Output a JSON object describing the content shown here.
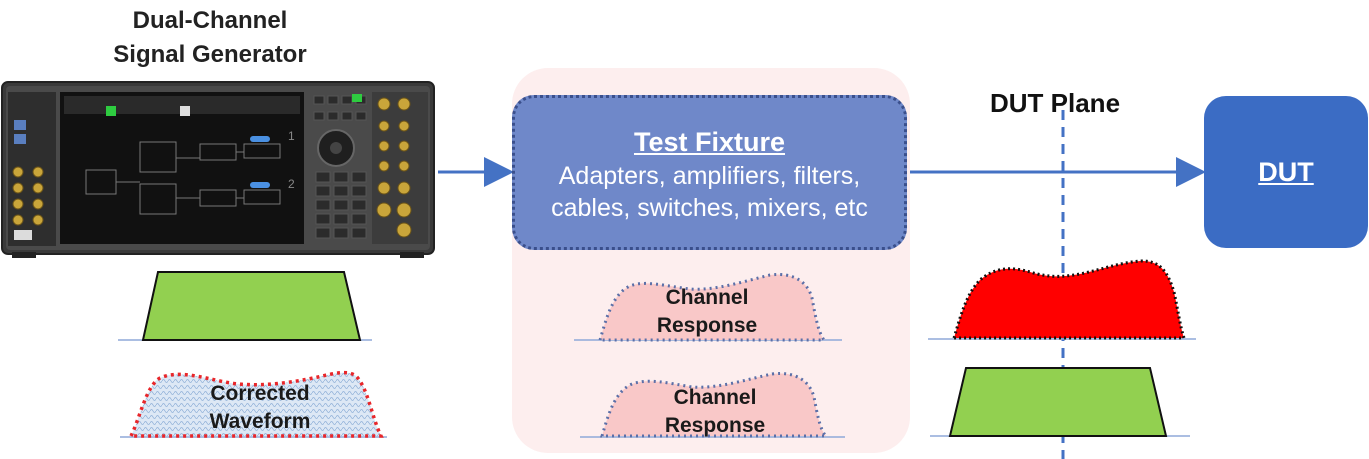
{
  "signal_generator": {
    "title_line1": "Dual-Channel",
    "title_line2": "Signal Generator"
  },
  "test_fixture": {
    "title": "Test Fixture",
    "description_line1": "Adapters, amplifiers, filters,",
    "description_line2": "cables, switches, mixers, etc"
  },
  "dut_plane": {
    "label": "DUT Plane"
  },
  "dut": {
    "label": "DUT"
  },
  "waveforms": {
    "corrected_line1": "Corrected",
    "corrected_line2": "Waveform",
    "channel_response_1_line1": "Channel",
    "channel_response_1_line2": "Response",
    "channel_response_2_line1": "Channel",
    "channel_response_2_line2": "Response"
  },
  "colors": {
    "flat_waveform": "#92d050",
    "distorted_waveform": "#ff0000",
    "channel_response": "#f9c8c8",
    "corrected_waveform": "#dde8f5",
    "fixture": "#6f88c9",
    "dut": "#3b6cc4",
    "arrow": "#4472c4",
    "fixture_background": "#fdeeee"
  },
  "icons": [
    "signal-generator-instrument",
    "right-arrow",
    "dashed-plane-line"
  ]
}
